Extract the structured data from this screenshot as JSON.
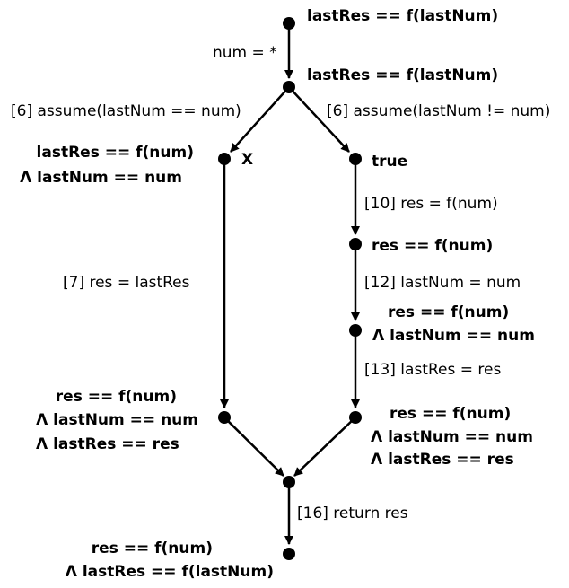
{
  "nodes": {
    "n1": "lastRes == f(lastNum)",
    "n2": "lastRes == f(lastNum)",
    "n3_line1": "lastRes == f(num)",
    "n3_line2": "Λ lastNum == num",
    "n3_mark": "X",
    "n4": "true",
    "n5": "res == f(num)",
    "n6_line1": "res == f(num)",
    "n6_line2": "Λ lastNum == num",
    "n7_line1": "res == f(num)",
    "n7_line2": "Λ lastNum == num",
    "n7_line3": "Λ lastRes == res",
    "n8_line1": "res == f(num)",
    "n8_line2": "Λ lastNum == num",
    "n8_line3": "Λ lastRes == res",
    "n10_line1": "res == f(num)",
    "n10_line2": "Λ lastRes == f(lastNum)"
  },
  "edges": {
    "e1": "num = *",
    "e_left": "[6] assume(lastNum == num)",
    "e_right": "[6] assume(lastNum != num)",
    "e7": "[7] res = lastRes",
    "e10": "[10] res = f(num)",
    "e12": "[12] lastNum = num",
    "e13": "[13] lastRes = res",
    "e16": "[16] return res"
  }
}
